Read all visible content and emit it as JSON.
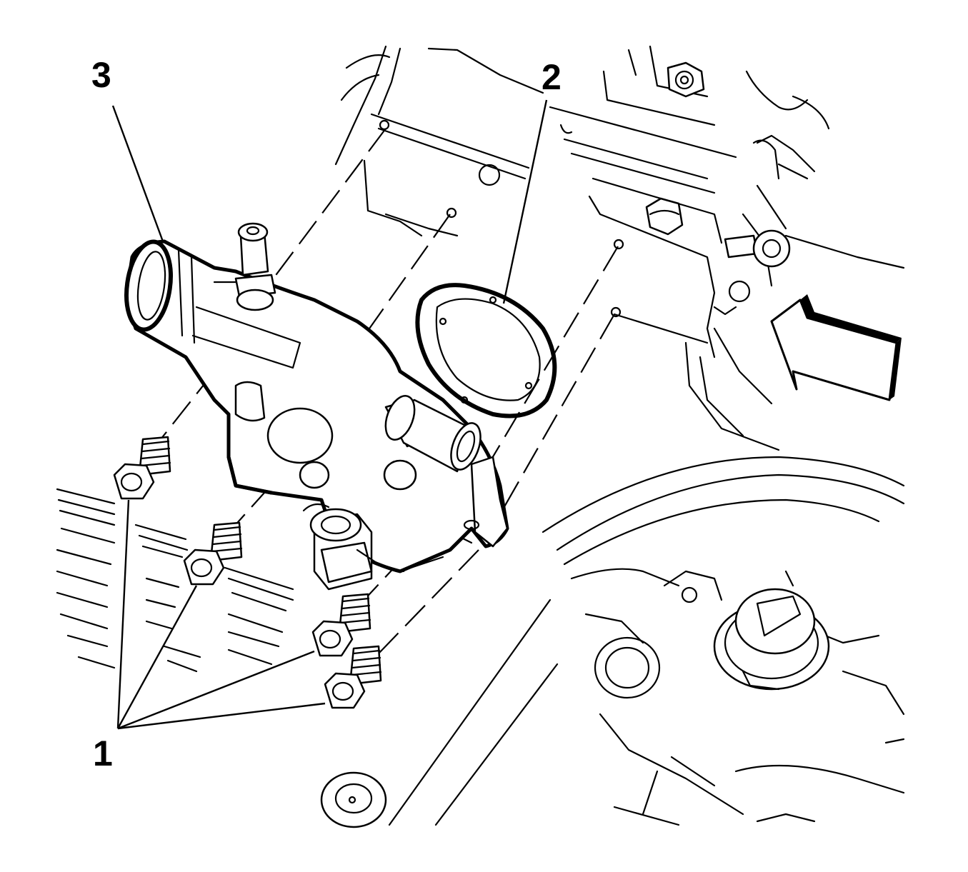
{
  "diagram": {
    "callouts": [
      {
        "id": "1",
        "label": "1"
      },
      {
        "id": "2",
        "label": "2"
      },
      {
        "id": "3",
        "label": "3"
      }
    ],
    "icons": {
      "arrow": "view-direction-arrow-icon",
      "bolt": "bolt-icon",
      "gasket": "gasket-icon",
      "housing": "thermostat-housing-icon"
    }
  }
}
